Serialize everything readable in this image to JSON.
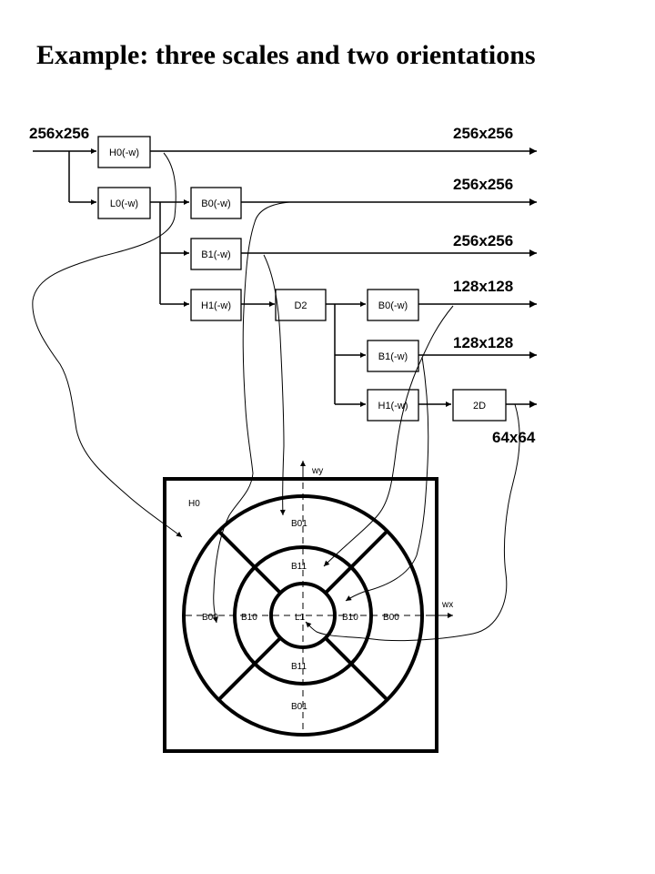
{
  "title": "Example: three scales and two orientations",
  "input_size": "256x256",
  "blocks": {
    "h0": "H0(-w)",
    "l0": "L0(-w)",
    "b0_s1": "B0(-w)",
    "b1_s1": "B1(-w)",
    "h1_s1": "H1(-w)",
    "d2": "D2",
    "b0_s2": "B0(-w)",
    "b1_s2": "B1(-w)",
    "h1_s2": "H1(-w)",
    "d2_s2": "2D"
  },
  "outputs": [
    "256x256",
    "256x256",
    "256x256",
    "128x128",
    "128x128",
    "64x64"
  ],
  "frequency_plane": {
    "axis_x": "wx",
    "axis_y": "wy",
    "regions": {
      "h0": "H0",
      "b01_top": "B01",
      "b11_top": "B11",
      "b00_left": "B00",
      "b10_left": "B10",
      "l1": "L1",
      "b10_right": "B10",
      "b00_right": "B00",
      "b11_bottom": "B11",
      "b01_bottom": "B01"
    }
  }
}
